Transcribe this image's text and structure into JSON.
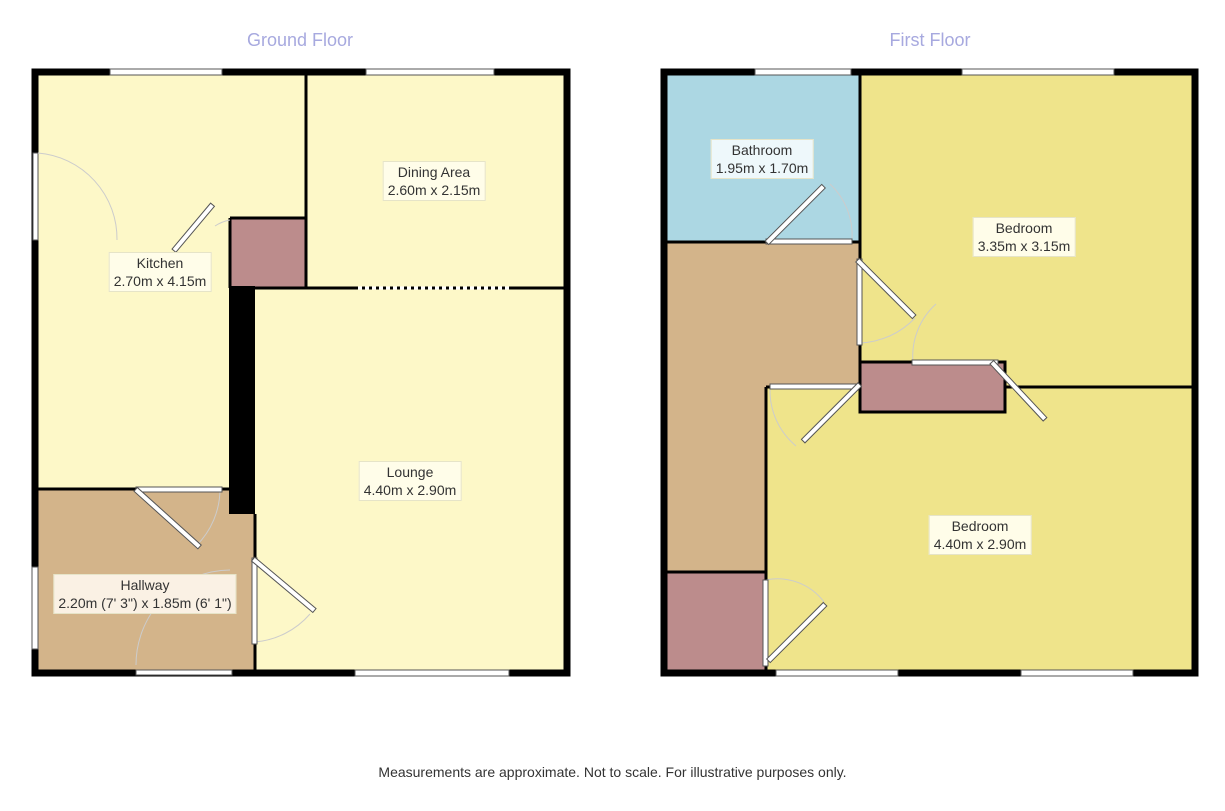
{
  "ground_floor": {
    "title": "Ground Floor",
    "rooms": {
      "kitchen": {
        "name": "Kitchen",
        "size": "2.70m x 4.15m"
      },
      "dining": {
        "name": "Dining Area",
        "size": "2.60m x 2.15m"
      },
      "lounge": {
        "name": "Lounge",
        "size": "4.40m x 2.90m"
      },
      "hallway": {
        "name": "Hallway",
        "size": "2.20m (7' 3\") x 1.85m (6' 1\")"
      }
    }
  },
  "first_floor": {
    "title": "First Floor",
    "rooms": {
      "bathroom": {
        "name": "Bathroom",
        "size": "1.95m x 1.70m"
      },
      "bedroom_rear": {
        "name": "Bedroom",
        "size": "3.35m x 3.15m"
      },
      "bedroom_front": {
        "name": "Bedroom",
        "size": "4.40m x 2.90m"
      }
    }
  },
  "footnote": "Measurements are approximate. Not to scale. For illustrative purposes only.",
  "colors": {
    "wall": "#000000",
    "kitchen_lounge_fill": "#fdf8c8",
    "hallway_landing_fill": "#d3b48a",
    "storage_fill": "#bc8c8c",
    "bathroom_fill": "#acd7e3",
    "bedroom_fill": "#efe48b",
    "title": "#a7a9df"
  }
}
